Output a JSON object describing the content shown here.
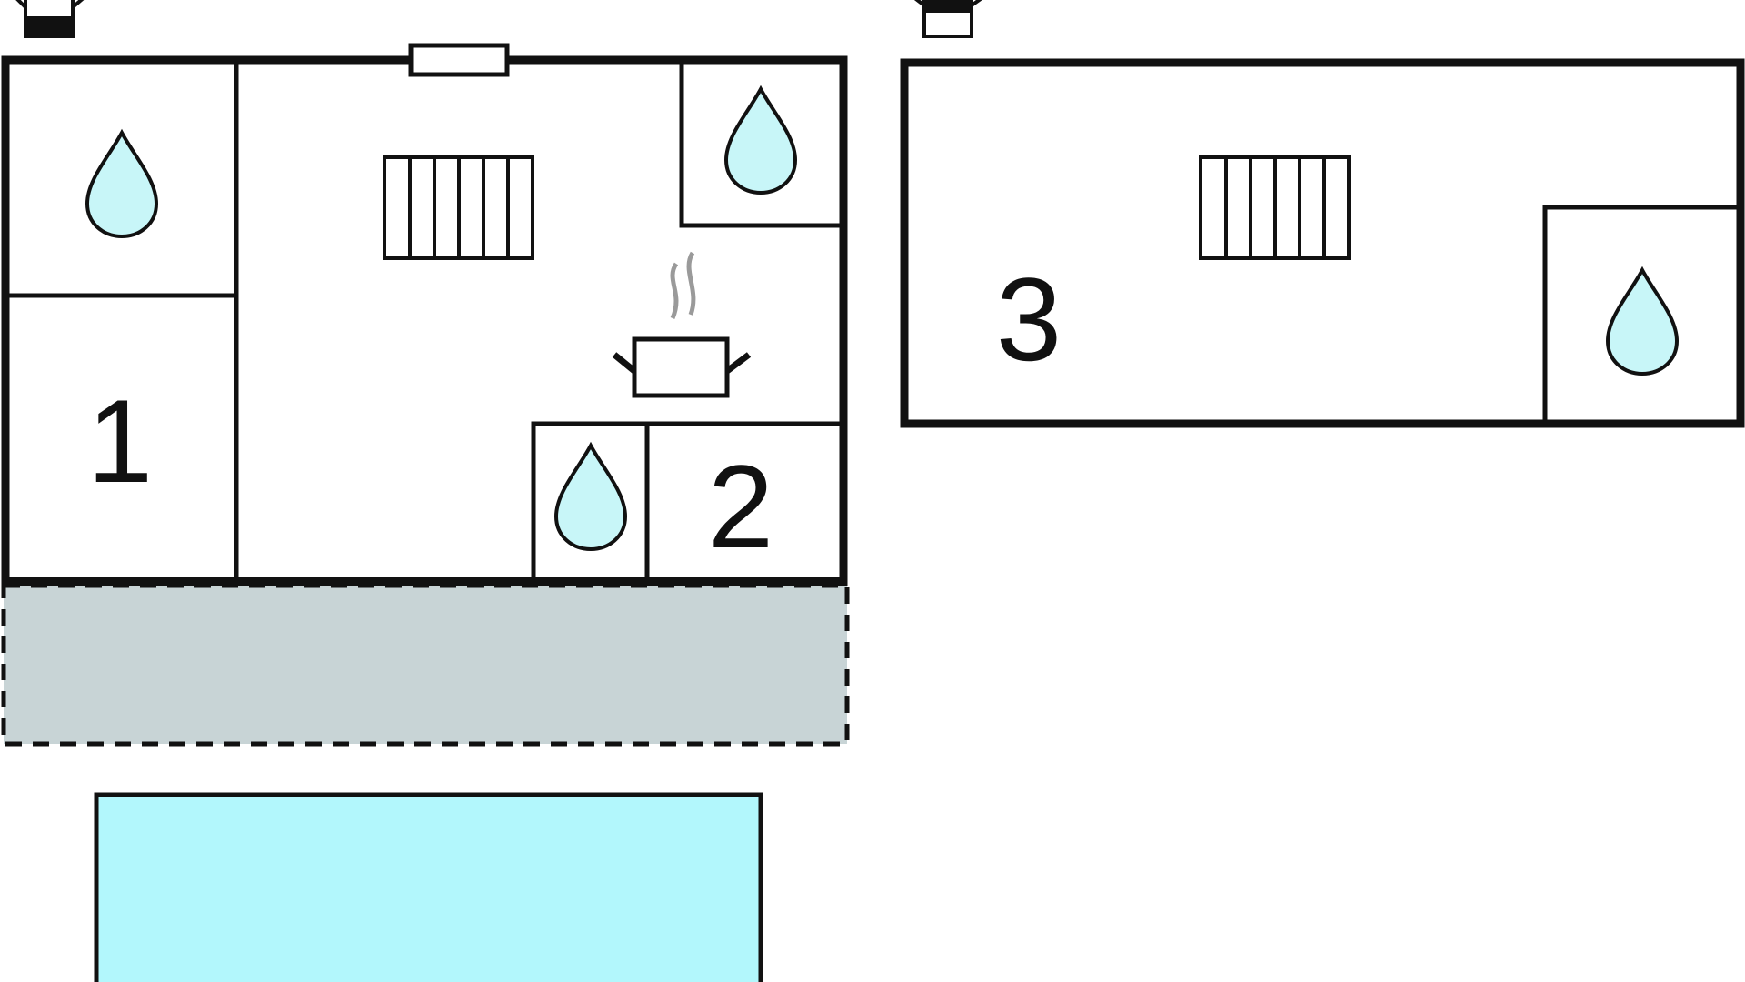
{
  "floors": [
    {
      "level_icon": "floor-level-ground-icon",
      "rooms": [
        {
          "label": "1",
          "kind": "bedroom"
        },
        {
          "label": "2",
          "kind": "bedroom"
        }
      ],
      "fixtures": [
        "bathroom-water-drop-icon",
        "kitchen-cooking-pot-icon",
        "radiator-icon",
        "window-icon"
      ]
    },
    {
      "level_icon": "floor-level-upper-icon",
      "rooms": [
        {
          "label": "3",
          "kind": "bedroom"
        }
      ],
      "fixtures": [
        "bathroom-water-drop-icon",
        "radiator-icon"
      ]
    }
  ],
  "colors": {
    "wall": "#111111",
    "water": "#c8f6f8",
    "terrace": "#c8d4d6",
    "pool": "#b2f7fc",
    "steam": "#9a9a9a"
  }
}
